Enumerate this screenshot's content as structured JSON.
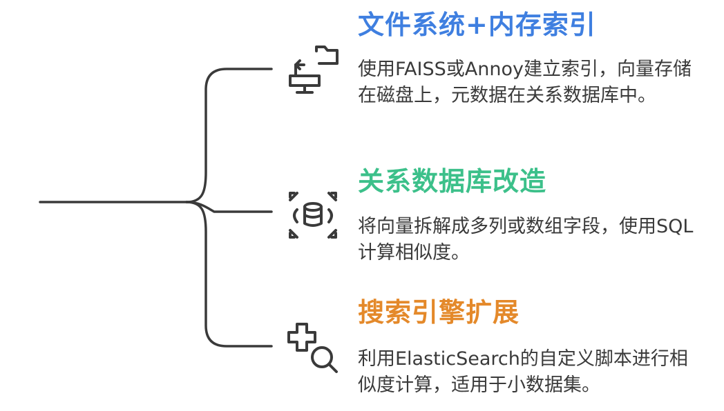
{
  "colors": {
    "line": "#3a3a3a",
    "icon": "#3a3a3a",
    "title_blue": "#3f7fe0",
    "title_green": "#3cc08a",
    "title_orange": "#e4892a"
  },
  "items": [
    {
      "title": "文件系统+内存索引",
      "desc": "使用FAISS或Annoy建立索引，向量存储在磁盘上，元数据在关系数据库中。",
      "icon": "computer-folder-icon",
      "color": "#3f7fe0"
    },
    {
      "title": "关系数据库改造",
      "desc": "将向量拆解成多列或数组字段，使用SQL计算相似度。",
      "icon": "database-expand-icon",
      "color": "#3cc08a"
    },
    {
      "title": "搜索引擎扩展",
      "desc": "利用ElasticSearch的自定义脚本进行相似度计算，适用于小数据集。",
      "icon": "plus-search-icon",
      "color": "#e4892a"
    }
  ]
}
